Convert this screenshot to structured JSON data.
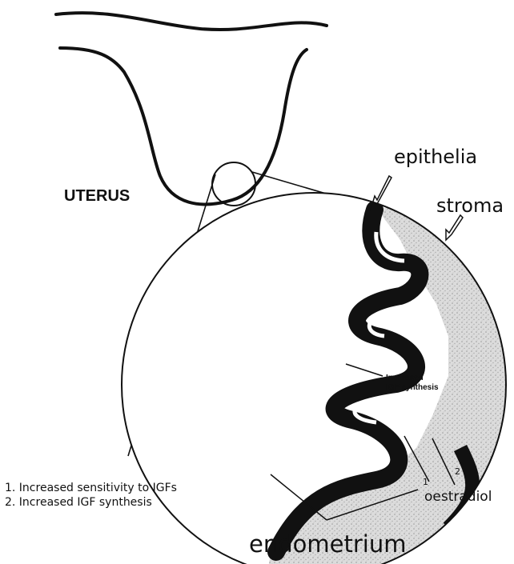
{
  "labels": {
    "uterus": "UTERUS",
    "epithelia": "epithelia",
    "stroma": "stroma",
    "oestradiol": "oestradiol",
    "endometrium": "endometrium",
    "inner_text_line1": "Increased",
    "inner_text_line2": "IGF synthesis",
    "marker_1": "1",
    "marker_2": "2"
  },
  "legend": [
    "1. Increased sensitivity to IGFs",
    "2. Increased IGF synthesis"
  ],
  "colors": {
    "ink": "#111111",
    "stroma_fill": "#d6d6d6",
    "background": "#ffffff"
  }
}
